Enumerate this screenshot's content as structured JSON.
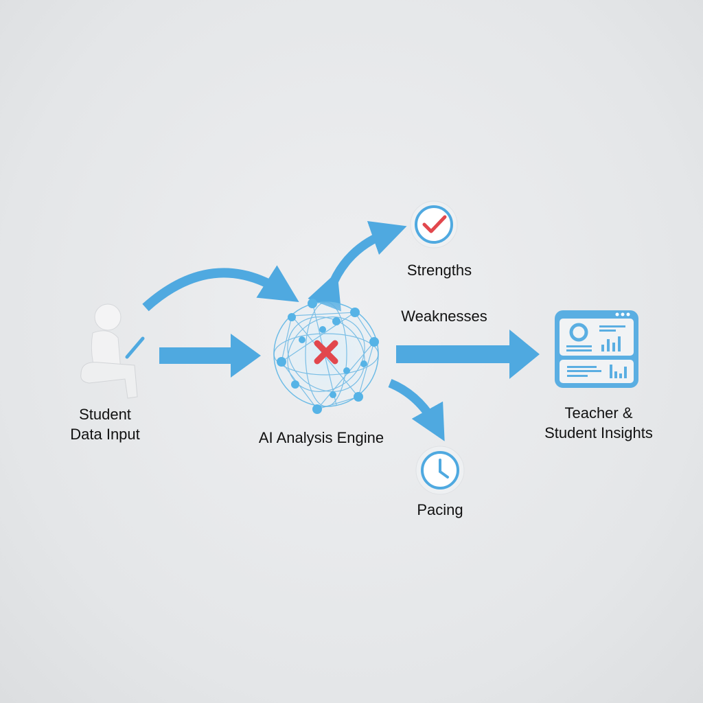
{
  "nodes": {
    "student": {
      "line1": "Student",
      "line2": "Data Input"
    },
    "engine": {
      "label": "AI Analysis Engine"
    },
    "strengths": {
      "label": "Strengths"
    },
    "weaknesses": {
      "label": "Weaknesses"
    },
    "pacing": {
      "label": "Pacing"
    },
    "insights": {
      "line1": "Teacher &",
      "line2": "Student Insights"
    }
  },
  "colors": {
    "accent": "#4fa9e0",
    "error": "#e2474d",
    "background": "#e6e8ea"
  }
}
